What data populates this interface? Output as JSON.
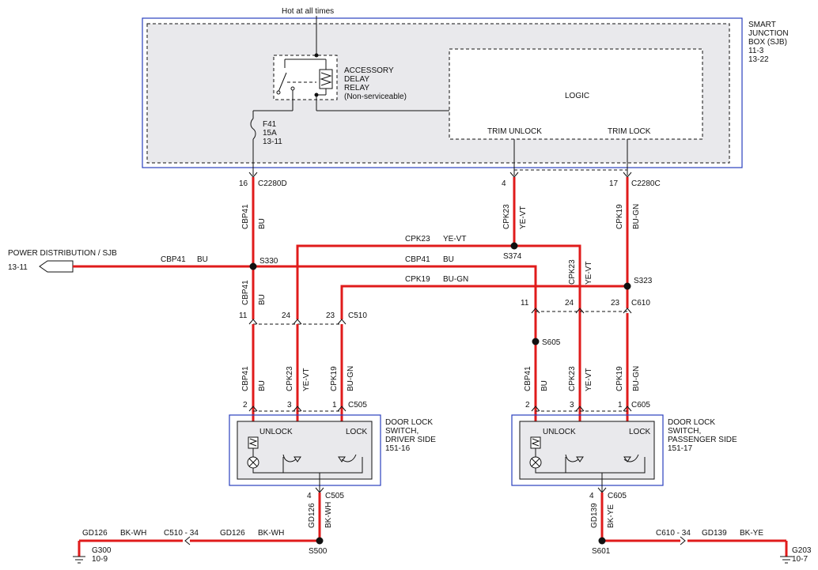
{
  "diagram": {
    "top": {
      "hot": "Hot at all times"
    },
    "sjb": {
      "title_lines": [
        "SMART",
        "JUNCTION",
        "BOX (SJB)",
        "11-3",
        "13-22"
      ],
      "relay_lines": [
        "ACCESSORY",
        "DELAY",
        "RELAY",
        "(Non-serviceable)"
      ],
      "logic": "LOGIC",
      "trim_unlock": "TRIM UNLOCK",
      "trim_lock": "TRIM LOCK",
      "fuse_lines": [
        "F41",
        "15A",
        "13-11"
      ]
    },
    "connectors": {
      "c2280d": "C2280D",
      "c2280c": "C2280C",
      "pin16": "16",
      "pin4": "4",
      "pin17": "17",
      "c510": "C510",
      "c505": "C505",
      "c610": "C610",
      "c605": "C605",
      "pin11": "11",
      "pin24": "24",
      "pin23": "23",
      "pin2": "2",
      "pin3": "3",
      "pin1": "1"
    },
    "circuits": {
      "cbp41": "CBP41",
      "bu": "BU",
      "cpk23": "CPK23",
      "ye_vt": "YE-VT",
      "cpk19": "CPK19",
      "bu_gn": "BU-GN",
      "gd126": "GD126",
      "bk_wh": "BK-WH",
      "gd139": "GD139",
      "bk_ye": "BK-YE"
    },
    "splices": {
      "s330": "S330",
      "s374": "S374",
      "s323": "S323",
      "s605": "S605",
      "s500": "S500",
      "s601": "S601"
    },
    "power": {
      "label": "POWER DISTRIBUTION / SJB",
      "ref": "13-11"
    },
    "switch_driver": {
      "unlock": "UNLOCK",
      "lock": "LOCK",
      "lines": [
        "DOOR LOCK",
        "SWITCH,",
        "DRIVER SIDE",
        "151-16"
      ]
    },
    "switch_pass": {
      "unlock": "UNLOCK",
      "lock": "LOCK",
      "lines": [
        "DOOR LOCK",
        "SWITCH,",
        "PASSENGER SIDE",
        "151-17"
      ]
    },
    "grounds": {
      "g300": "G300",
      "g300_ref": "10-9",
      "g203": "G203",
      "g203_ref": "10-7",
      "c510_34": "C510 - 34",
      "c610_34": "C610 - 34"
    }
  }
}
